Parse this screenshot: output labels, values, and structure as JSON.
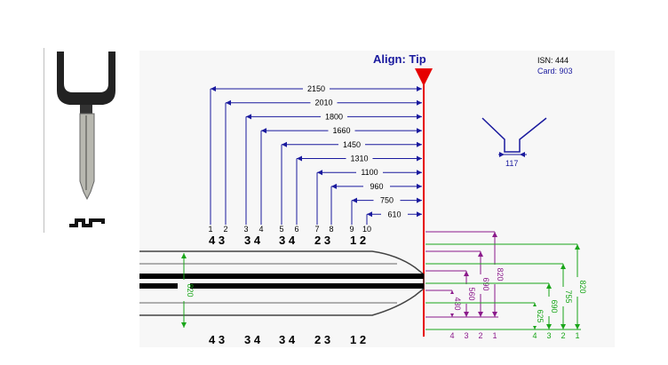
{
  "header": {
    "align_label": "Align: Tip",
    "isn_label": "ISN: 444",
    "card_label": "Card: 903"
  },
  "colors": {
    "blue": "#1a1a9e",
    "red": "#e60000",
    "green": "#1aa61a",
    "purple": "#8b1a8b",
    "black": "#000000"
  },
  "spacings": [
    {
      "value": "2150",
      "index": "1"
    },
    {
      "value": "2010",
      "index": "2"
    },
    {
      "value": "1800",
      "index": "3"
    },
    {
      "value": "1660",
      "index": "4"
    },
    {
      "value": "1450",
      "index": "5"
    },
    {
      "value": "1310",
      "index": "6"
    },
    {
      "value": "1100",
      "index": "7"
    },
    {
      "value": "960",
      "index": "8"
    },
    {
      "value": "750",
      "index": "9"
    },
    {
      "value": "610",
      "index": "10"
    }
  ],
  "cut_pairs_top": [
    "4 3",
    "3 4",
    "3 4",
    "2 3",
    "1 2"
  ],
  "cut_pairs_bottom": [
    "4 3",
    "3 4",
    "3 4",
    "2 3",
    "1 2"
  ],
  "blade_width": "820",
  "cut_angle_value": "117",
  "depths_purple": [
    {
      "value": "430",
      "index": "4"
    },
    {
      "value": "560",
      "index": "3"
    },
    {
      "value": "690",
      "index": "2"
    },
    {
      "value": "820",
      "index": "1"
    }
  ],
  "depths_green": [
    {
      "value": "625",
      "index": "4"
    },
    {
      "value": "690",
      "index": "3"
    },
    {
      "value": "755",
      "index": "2"
    },
    {
      "value": "820",
      "index": "1"
    }
  ]
}
